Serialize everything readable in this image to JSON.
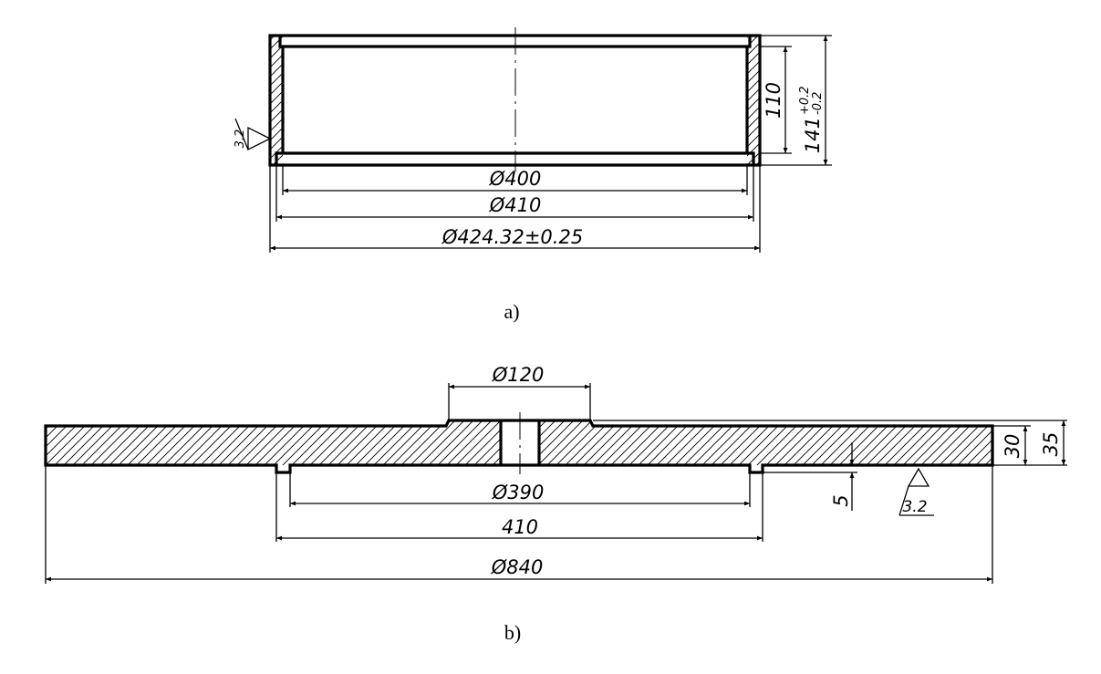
{
  "figure_a": {
    "dimensions": {
      "inner_diameter": "Ø400",
      "middle_diameter": "Ø410",
      "outer_diameter": "Ø424.32±0.25",
      "inner_height": "110",
      "total_height_base": "141",
      "total_height_tol_upper": "+0.2",
      "total_height_tol_lower": "-0.2"
    },
    "roughness": "3.2",
    "caption": "a)"
  },
  "figure_b": {
    "dimensions": {
      "hub_diameter": "Ø120",
      "recess_diameter": "Ø390",
      "step_width": "410",
      "outer_diameter": "Ø840",
      "plate_thickness": "30",
      "total_thickness": "35",
      "step_depth": "5"
    },
    "roughness": "3.2",
    "caption": "b)"
  }
}
